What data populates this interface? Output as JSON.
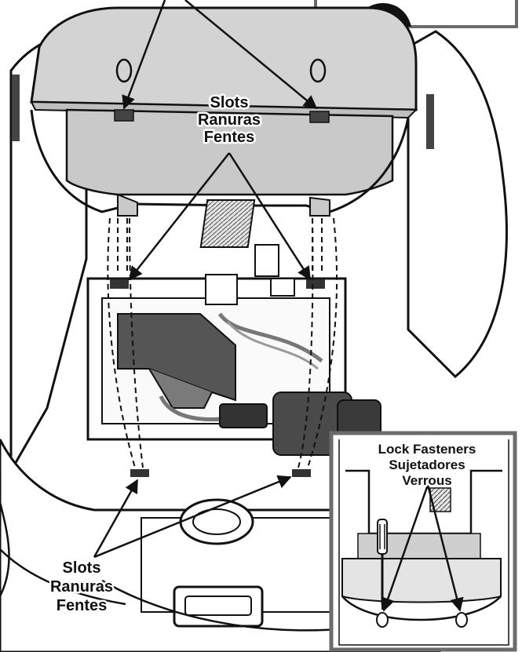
{
  "labels": {
    "slots_top": [
      "Slots",
      "Ranuras",
      "Fentes"
    ],
    "slots_bottom": [
      "Slots",
      "Ranuras",
      "Fentes"
    ],
    "lock_fasteners": [
      "Lock Fasteners",
      "Sujetadores",
      "Verrous"
    ]
  },
  "colors": {
    "line": "#111111",
    "panel_gray": "#cfcfcf",
    "dark_part": "#555555",
    "background": "#ffffff"
  },
  "icons": [
    "screwdriver-icon",
    "hatch-icon",
    "step-number-icon"
  ]
}
